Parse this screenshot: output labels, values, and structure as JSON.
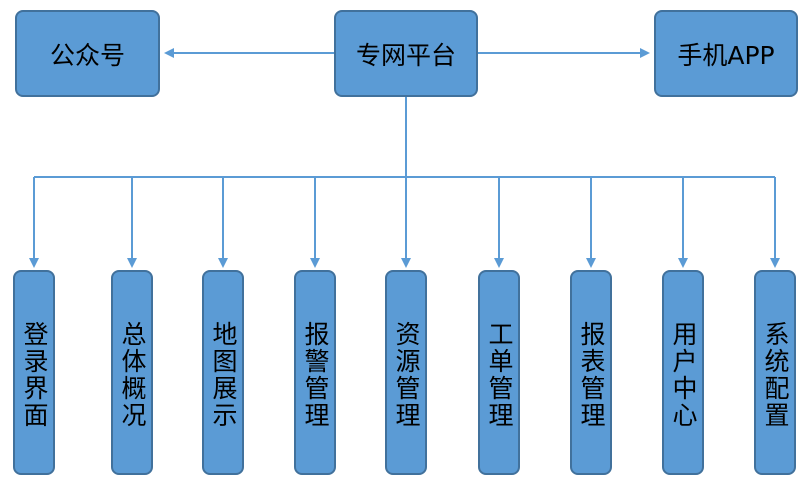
{
  "diagram": {
    "center": {
      "label": "专网平台"
    },
    "left": {
      "label": "公众号"
    },
    "right": {
      "label": "手机APP"
    },
    "modules": [
      {
        "label": "登录界面"
      },
      {
        "label": "总体概况"
      },
      {
        "label": "地图展示"
      },
      {
        "label": "报警管理"
      },
      {
        "label": "资源管理"
      },
      {
        "label": "工单管理"
      },
      {
        "label": "报表管理"
      },
      {
        "label": "用户中心"
      },
      {
        "label": "系统配置"
      }
    ]
  },
  "colors": {
    "fill": "#5B9BD5",
    "border": "#41719C",
    "line": "#5B9BD5",
    "text": "#000000"
  }
}
